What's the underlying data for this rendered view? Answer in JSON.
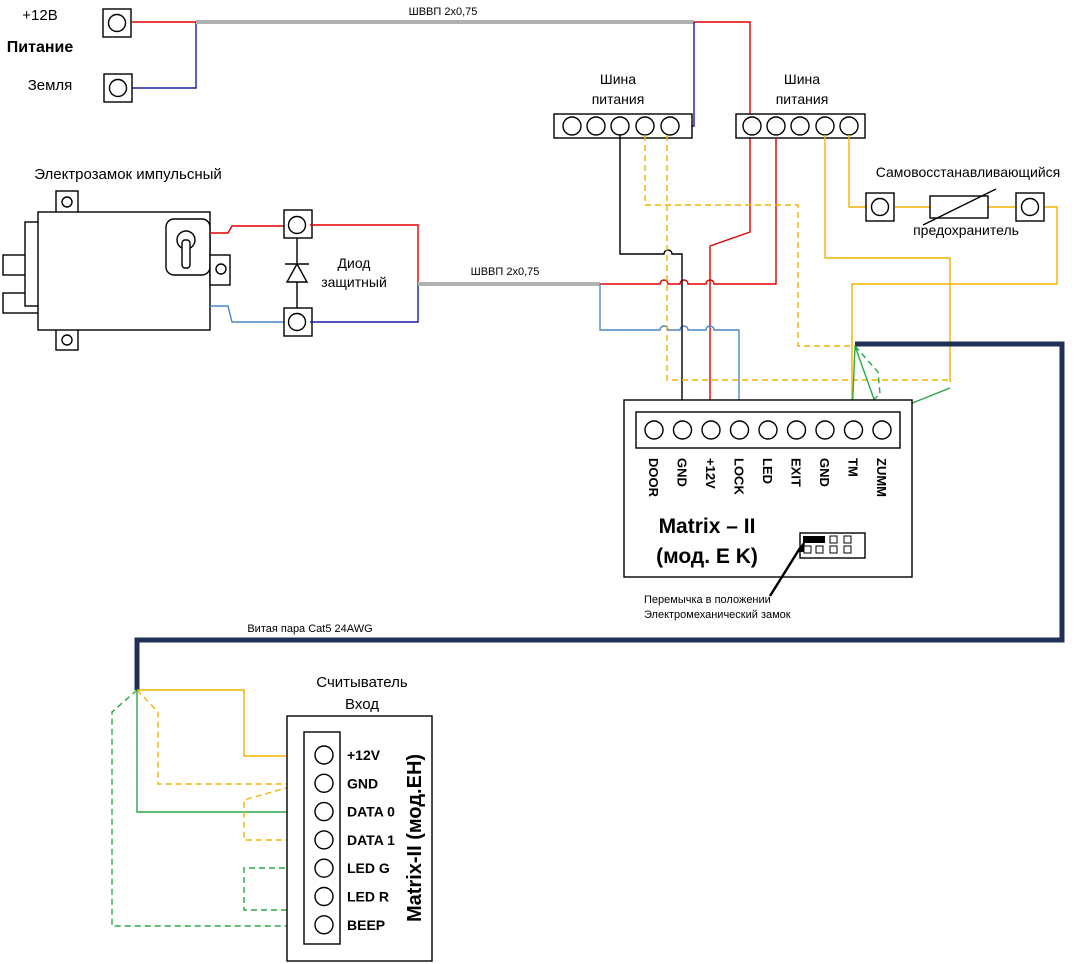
{
  "power": {
    "plus12": "+12В",
    "title": "Питание",
    "ground": "Земля"
  },
  "cables": {
    "top": "ШВВП 2х0,75",
    "middle": "ШВВП 2х0,75",
    "twisted_pair": "Витая пара Cat5 24AWG"
  },
  "bus_left": {
    "line1": "Шина",
    "line2": "питания"
  },
  "bus_right": {
    "line1": "Шина",
    "line2": "питания"
  },
  "lock": {
    "label": "Электрозамок импульсный"
  },
  "diode": {
    "line1": "Диод",
    "line2": "защитный"
  },
  "fuse": {
    "line1": "Самовосстанавливающийся",
    "line2": "предохранитель"
  },
  "controller": {
    "title1": "Matrix – II",
    "title2": "(мод. E K)",
    "terminals": [
      "DOOR",
      "GND",
      "+12V",
      "LOCK",
      "LED",
      "EXIT",
      "GND",
      "TM",
      "ZUMM"
    ],
    "jumper_note1": "Перемычка в положении",
    "jumper_note2": "Электромеханический замок"
  },
  "reader": {
    "header1": "Считыватель",
    "header2": "Вход",
    "model": "Matrix-II (мод.EH)",
    "pins": [
      "+12V",
      "GND",
      "DATA 0",
      "DATA 1",
      "LED G",
      "LED R",
      "BEEP"
    ]
  },
  "colors": {
    "red": "#e00000",
    "blue": "#1a1aa8",
    "blue_light": "#4a86c8",
    "gray": "#b0b0b0",
    "navy": "#1f2f55",
    "yellow": "#f0b400",
    "green": "#2aa845"
  }
}
